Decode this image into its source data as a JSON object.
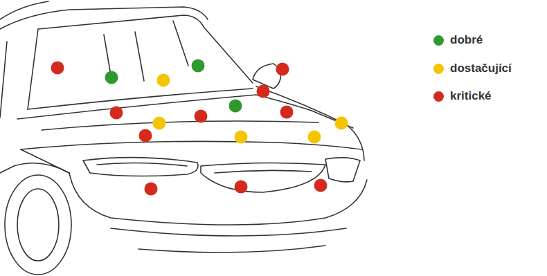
{
  "diagram": {
    "legend": [
      {
        "text": "dobré",
        "color": "#2e9a2e"
      },
      {
        "text": "dostačující",
        "color": "#f5c400"
      },
      {
        "text": "kritické",
        "color": "#d42a1e"
      }
    ]
  }
}
